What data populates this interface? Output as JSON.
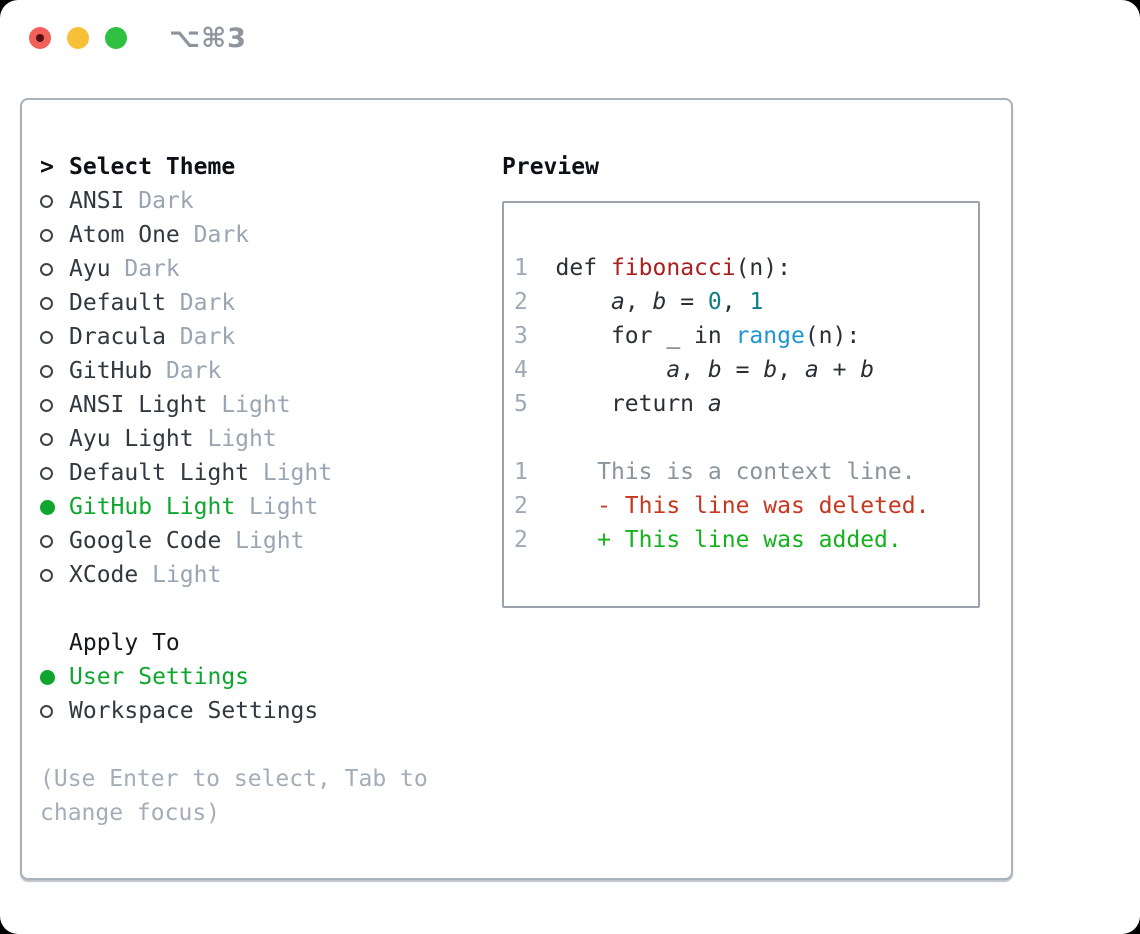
{
  "window": {
    "title": "⌥⌘3",
    "traffic_lights": [
      {
        "name": "close-button",
        "color": "#f2605a",
        "has_dot": true
      },
      {
        "name": "minimize-button",
        "color": "#f7c137",
        "has_dot": false
      },
      {
        "name": "zoom-button",
        "color": "#2ec03f",
        "has_dot": false
      }
    ]
  },
  "theme_panel": {
    "header": {
      "prefix": ">",
      "label": "Select Theme"
    },
    "themes": [
      {
        "name": "ANSI",
        "variant": "Dark",
        "selected": false
      },
      {
        "name": "Atom One",
        "variant": "Dark",
        "selected": false
      },
      {
        "name": "Ayu",
        "variant": "Dark",
        "selected": false
      },
      {
        "name": "Default",
        "variant": "Dark",
        "selected": false
      },
      {
        "name": "Dracula",
        "variant": "Dark",
        "selected": false
      },
      {
        "name": "GitHub",
        "variant": "Dark",
        "selected": false
      },
      {
        "name": "ANSI Light",
        "variant": "Light",
        "selected": false
      },
      {
        "name": "Ayu Light",
        "variant": "Light",
        "selected": false
      },
      {
        "name": "Default Light",
        "variant": "Light",
        "selected": false
      },
      {
        "name": "GitHub Light",
        "variant": "Light",
        "selected": true
      },
      {
        "name": "Google Code",
        "variant": "Light",
        "selected": false
      },
      {
        "name": "XCode",
        "variant": "Light",
        "selected": false
      }
    ],
    "apply_to": {
      "label": "Apply To",
      "options": [
        {
          "name": "User Settings",
          "selected": true
        },
        {
          "name": "Workspace Settings",
          "selected": false
        }
      ]
    },
    "help_lines": [
      "(Use Enter to select, Tab to",
      "change focus)"
    ]
  },
  "preview": {
    "header": "Preview",
    "lines": [
      [
        {
          "t": "1",
          "c": "ln"
        },
        {
          "t": "  def ",
          "c": "code"
        },
        {
          "t": "fibonacci",
          "c": "fn"
        },
        {
          "t": "(n):",
          "c": "code"
        }
      ],
      [
        {
          "t": "2",
          "c": "ln"
        },
        {
          "t": "      ",
          "c": "code"
        },
        {
          "t": "a",
          "c": "var"
        },
        {
          "t": ", ",
          "c": "code"
        },
        {
          "t": "b",
          "c": "var"
        },
        {
          "t": " = ",
          "c": "code"
        },
        {
          "t": "0",
          "c": "num"
        },
        {
          "t": ", ",
          "c": "code"
        },
        {
          "t": "1",
          "c": "num"
        }
      ],
      [
        {
          "t": "3",
          "c": "ln"
        },
        {
          "t": "      for _ in ",
          "c": "code"
        },
        {
          "t": "range",
          "c": "builtin"
        },
        {
          "t": "(n):",
          "c": "code"
        }
      ],
      [
        {
          "t": "4",
          "c": "ln"
        },
        {
          "t": "          ",
          "c": "code"
        },
        {
          "t": "a",
          "c": "var"
        },
        {
          "t": ", ",
          "c": "code"
        },
        {
          "t": "b",
          "c": "var"
        },
        {
          "t": " = ",
          "c": "code"
        },
        {
          "t": "b",
          "c": "var"
        },
        {
          "t": ", ",
          "c": "code"
        },
        {
          "t": "a",
          "c": "var"
        },
        {
          "t": " + ",
          "c": "code"
        },
        {
          "t": "b",
          "c": "var"
        }
      ],
      [
        {
          "t": "5",
          "c": "ln"
        },
        {
          "t": "      return ",
          "c": "code"
        },
        {
          "t": "a",
          "c": "var"
        }
      ],
      [],
      [
        {
          "t": "1",
          "c": "ln"
        },
        {
          "t": "     This is a context line.",
          "c": "ctx"
        }
      ],
      [
        {
          "t": "2",
          "c": "ln"
        },
        {
          "t": "     ",
          "c": "code"
        },
        {
          "t": "- This line was deleted.",
          "c": "del"
        }
      ],
      [
        {
          "t": "2",
          "c": "ln"
        },
        {
          "t": "     ",
          "c": "code"
        },
        {
          "t": "+ This line was added.",
          "c": "add"
        }
      ]
    ]
  },
  "colors": {
    "selected_green": "#0ea62e",
    "added_green": "#15b21e",
    "deleted_red": "#c8361f",
    "function_red": "#ab1e20",
    "number_teal": "#0e7f87",
    "builtin_blue": "#1e96d6",
    "muted_gray": "#9aa5b3",
    "panel_border": "#a9b1bb"
  }
}
